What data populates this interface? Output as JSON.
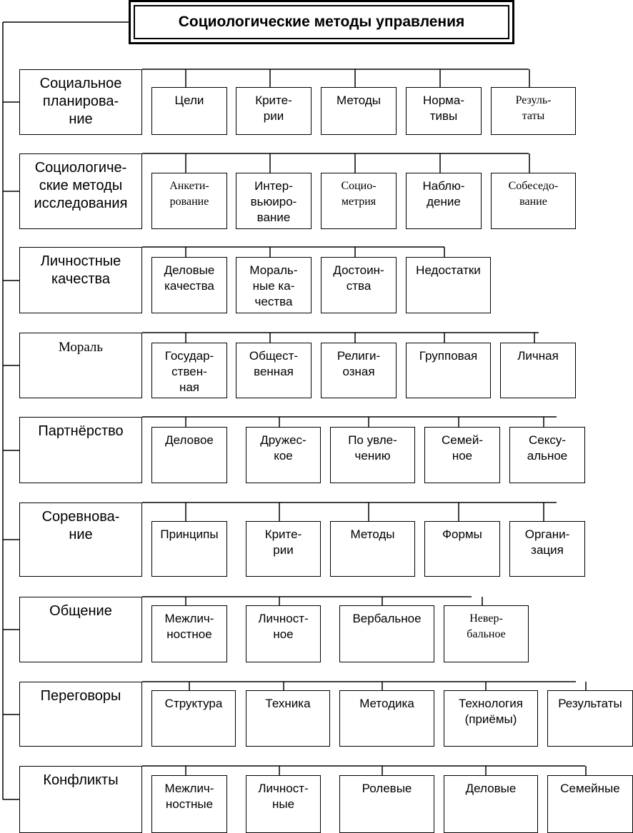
{
  "title": "Социологические методы управления",
  "categories": [
    {
      "label": "Социальное\nпланирова-\nние",
      "items": [
        "Цели",
        "Крите-\nрии",
        "Методы",
        "Норма-\nтивы",
        "Резуль-\nтаты"
      ]
    },
    {
      "label": "Социологиче-\nские методы\nисследования",
      "items": [
        "Анкети-\nрование",
        "Интер-\nвьюиро-\nвание",
        "Социо-\nметрия",
        "Наблю-\nдение",
        "Собеседо-\nвание"
      ]
    },
    {
      "label": "Личностные\nкачества",
      "items": [
        "Деловые\nкачества",
        "Мораль-\nные ка-\nчества",
        "Достоин-\nства",
        "Недостатки"
      ]
    },
    {
      "label": "Мораль",
      "items": [
        "Государ-\nствен-\nная",
        "Общест-\nвенная",
        "Религи-\nозная",
        "Групповая",
        "Личная"
      ]
    },
    {
      "label": "Партнёрство",
      "items": [
        "Деловое",
        "Дружес-\nкое",
        "По увле-\nчению",
        "Семей-\nное",
        "Сексу-\nальное"
      ]
    },
    {
      "label": "Соревнова-\nние",
      "items": [
        "Принципы",
        "Крите-\nрии",
        "Методы",
        "Формы",
        "Органи-\nзация"
      ]
    },
    {
      "label": "Общение",
      "items": [
        "Межлич-\nностное",
        "Личност-\nное",
        "Вербальное",
        "Невер-\nбальное"
      ]
    },
    {
      "label": "Переговоры",
      "items": [
        "Структура",
        "Техника",
        "Методика",
        "Технология\n(приёмы)",
        "Результаты"
      ]
    },
    {
      "label": "Конфликты",
      "items": [
        "Межлич-\nностные",
        "Личност-\nные",
        "Ролевые",
        "Деловые",
        "Семейные"
      ]
    }
  ]
}
